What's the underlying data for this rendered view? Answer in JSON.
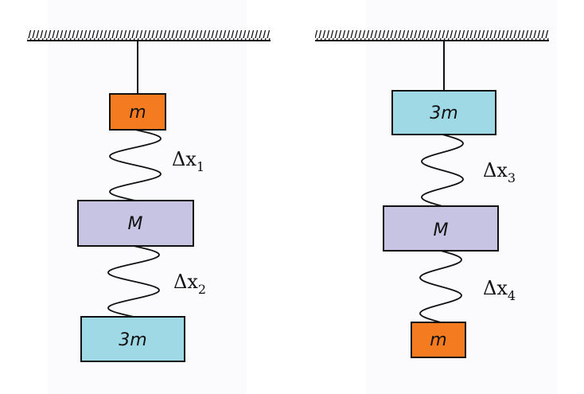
{
  "colors": {
    "orange": "#f47b20",
    "purple": "#c7c3e3",
    "blue": "#9fd9e6",
    "stroke": "#111111"
  },
  "left": {
    "top_mass_label": "m",
    "middle_mass_label": "M",
    "bottom_mass_label": "3m",
    "spring1": {
      "symbol": "Δx",
      "sub": "1"
    },
    "spring2": {
      "symbol": "Δx",
      "sub": "2"
    }
  },
  "right": {
    "top_mass_label": "3m",
    "middle_mass_label": "M",
    "bottom_mass_label": "m",
    "spring1": {
      "symbol": "Δx",
      "sub": "3"
    },
    "spring2": {
      "symbol": "Δx",
      "sub": "4"
    }
  }
}
